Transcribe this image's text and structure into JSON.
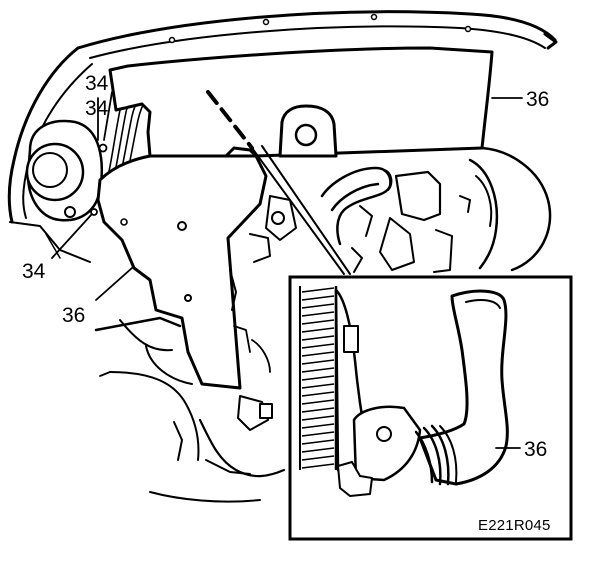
{
  "callouts": {
    "top_left_a": "34",
    "top_left_b": "34",
    "left_lower": "34",
    "right_upper": "36",
    "left_mid": "36",
    "inset": "36"
  },
  "figure_id": "E221R045",
  "colors": {
    "ink": "#000000",
    "paper": "#ffffff"
  }
}
